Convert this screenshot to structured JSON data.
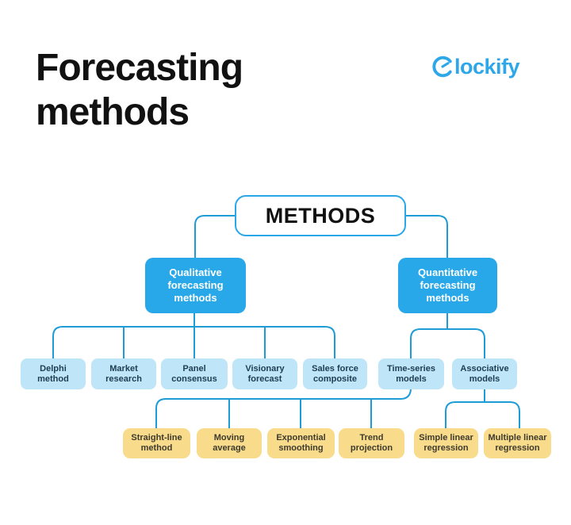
{
  "header": {
    "title_lines": [
      "Forecasting",
      "methods"
    ],
    "title": "Forecasting methods",
    "logo": {
      "brand": "Clockify",
      "icon": "clockify-clock-c-icon",
      "text_after_icon": "lockify"
    }
  },
  "diagram": {
    "root": {
      "label": "METHODS"
    },
    "branches": [
      {
        "label": "Qualitative\nforecasting\nmethods"
      },
      {
        "label": "Quantitative\nforecasting\nmethods"
      }
    ],
    "qualitative_children": [
      {
        "label": "Delphi\nmethod"
      },
      {
        "label": "Market\nresearch"
      },
      {
        "label": "Panel\nconsensus"
      },
      {
        "label": "Visionary\nforecast"
      },
      {
        "label": "Sales force\ncomposite"
      }
    ],
    "quantitative_children": [
      {
        "label": "Time-series\nmodels"
      },
      {
        "label": "Associative\nmodels"
      }
    ],
    "time_series_children": [
      {
        "label": "Straight-line\nmethod"
      },
      {
        "label": "Moving\naverage"
      },
      {
        "label": "Exponential\nsmoothing"
      },
      {
        "label": "Trend\nprojection"
      }
    ],
    "associative_children": [
      {
        "label": "Simple linear\nregression"
      },
      {
        "label": "Multiple linear\nregression"
      }
    ]
  },
  "colors": {
    "brand_blue": "#29A8E9",
    "light_blue": "#BFE5F8",
    "accent_yellow": "#F8DB8B",
    "connector_blue": "#1E9CD6",
    "title_black": "#111111",
    "logo_blue": "#2EA7E9"
  }
}
